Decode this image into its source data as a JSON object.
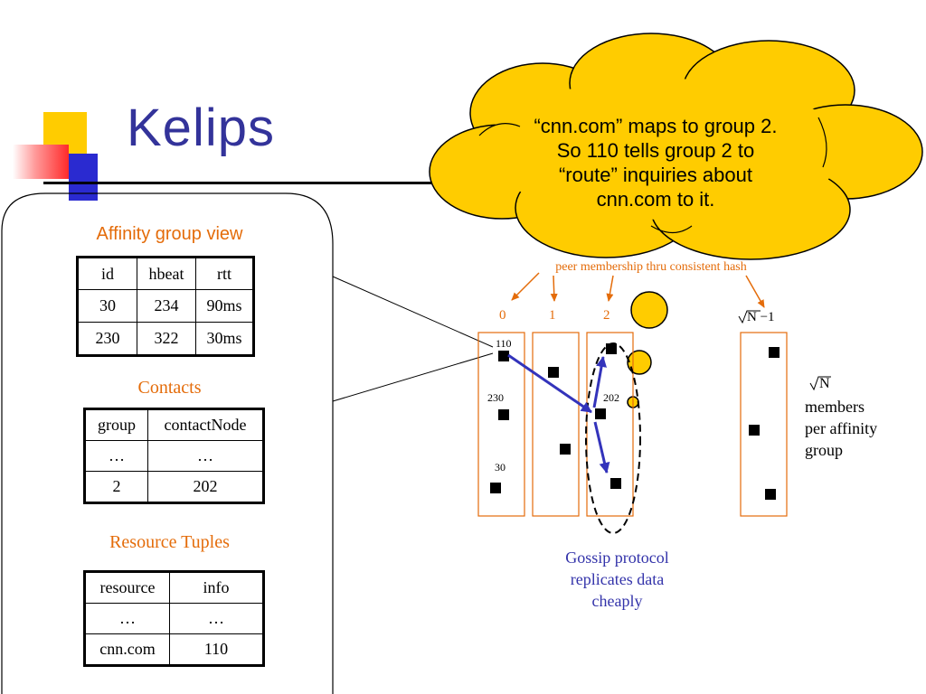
{
  "slide": {
    "title": "Kelips"
  },
  "left_panel": {
    "affinity_title": "Affinity group view",
    "affinity_table": {
      "headers": [
        "id",
        "hbeat",
        "rtt"
      ],
      "rows": [
        [
          "30",
          "234",
          "90ms"
        ],
        [
          "230",
          "322",
          "30ms"
        ]
      ]
    },
    "contacts_title": "Contacts",
    "contacts_table": {
      "headers": [
        "group",
        "contactNode"
      ],
      "rows": [
        [
          "…",
          "…"
        ],
        [
          "2",
          "202"
        ]
      ]
    },
    "resources_title": "Resource Tuples",
    "resources_table": {
      "headers": [
        "resource",
        "info"
      ],
      "rows": [
        [
          "…",
          "…"
        ],
        [
          "cnn.com",
          "110"
        ]
      ]
    }
  },
  "callout": {
    "lines": [
      "“cnn.com” maps to group 2.",
      "So 110 tells group 2 to",
      "“route” inquiries about",
      "cnn.com to it."
    ]
  },
  "diagram": {
    "hash_label": "peer membership thru consistent hash",
    "group_labels": [
      "0",
      "1",
      "2"
    ],
    "last_group_label": "N −1",
    "node_labels": {
      "n110": "110",
      "n230": "230",
      "n30": "30",
      "n202": "202"
    },
    "members_label": {
      "symbol": "N",
      "lines": [
        "members",
        "per affinity",
        "group"
      ]
    },
    "gossip_label": [
      "Gossip protocol",
      "replicates data",
      "cheaply"
    ],
    "colors": {
      "box": "#e46c0a",
      "arrow": "#3333bb",
      "cloud": "#ffcc00",
      "title": "#33339a"
    }
  }
}
